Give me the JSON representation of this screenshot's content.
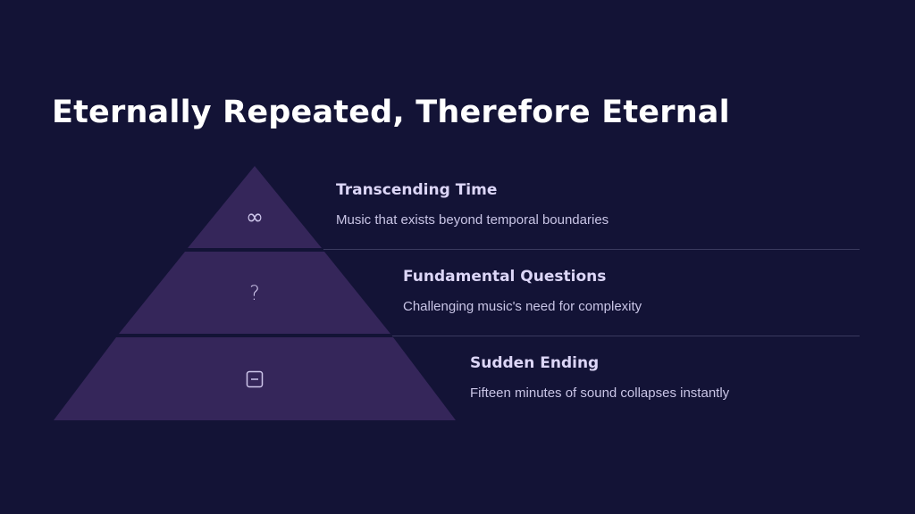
{
  "title": "Eternally Repeated, Therefore Eternal",
  "levels": [
    {
      "heading": "Transcending Time",
      "description": "Music that exists beyond temporal boundaries",
      "icon": "infinity-icon",
      "glyph": "∞"
    },
    {
      "heading": "Fundamental Questions",
      "description": "Challenging music's need for complexity",
      "icon": "question-icon",
      "glyph": "?"
    },
    {
      "heading": "Sudden Ending",
      "description": "Fifteen minutes of sound collapses instantly",
      "icon": "minus-square-icon"
    }
  ],
  "colors": {
    "background": "#131336",
    "pyramid_fill": "#35265a",
    "heading": "#dcd6f7",
    "description": "#c9c5e6",
    "divider": "#3a3a5e"
  }
}
